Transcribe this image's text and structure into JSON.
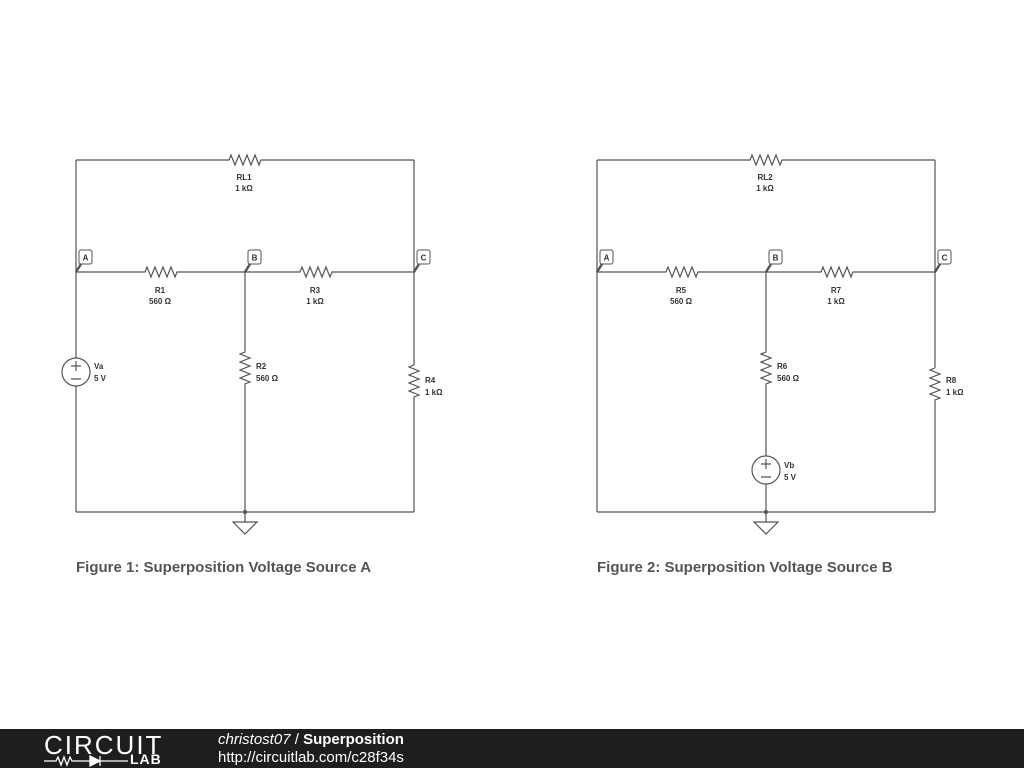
{
  "figures": [
    {
      "caption": "Figure 1: Superposition Voltage Source A",
      "nodes": [
        "A",
        "B",
        "C"
      ],
      "rl": {
        "name": "RL1",
        "value": "1 kΩ"
      },
      "r_ab": {
        "name": "R1",
        "value": "560 Ω"
      },
      "r_bc": {
        "name": "R3",
        "value": "1 kΩ"
      },
      "r_b": {
        "name": "R2",
        "value": "560 Ω"
      },
      "r_c": {
        "name": "R4",
        "value": "1 kΩ"
      },
      "source": {
        "name": "Va",
        "value": "5 V"
      }
    },
    {
      "caption": "Figure 2: Superposition Voltage Source B",
      "nodes": [
        "A",
        "B",
        "C"
      ],
      "rl": {
        "name": "RL2",
        "value": "1 kΩ"
      },
      "r_ab": {
        "name": "R5",
        "value": "560 Ω"
      },
      "r_bc": {
        "name": "R7",
        "value": "1 kΩ"
      },
      "r_b": {
        "name": "R6",
        "value": "560 Ω"
      },
      "r_c": {
        "name": "R8",
        "value": "1 kΩ"
      },
      "source": {
        "name": "Vb",
        "value": "5 V"
      }
    }
  ],
  "footer": {
    "logo_top": "CIRCUIT",
    "logo_bottom": "LAB",
    "author": "christost07",
    "separator": " / ",
    "title": "Superposition",
    "url": "http://circuitlab.com/c28f34s"
  }
}
